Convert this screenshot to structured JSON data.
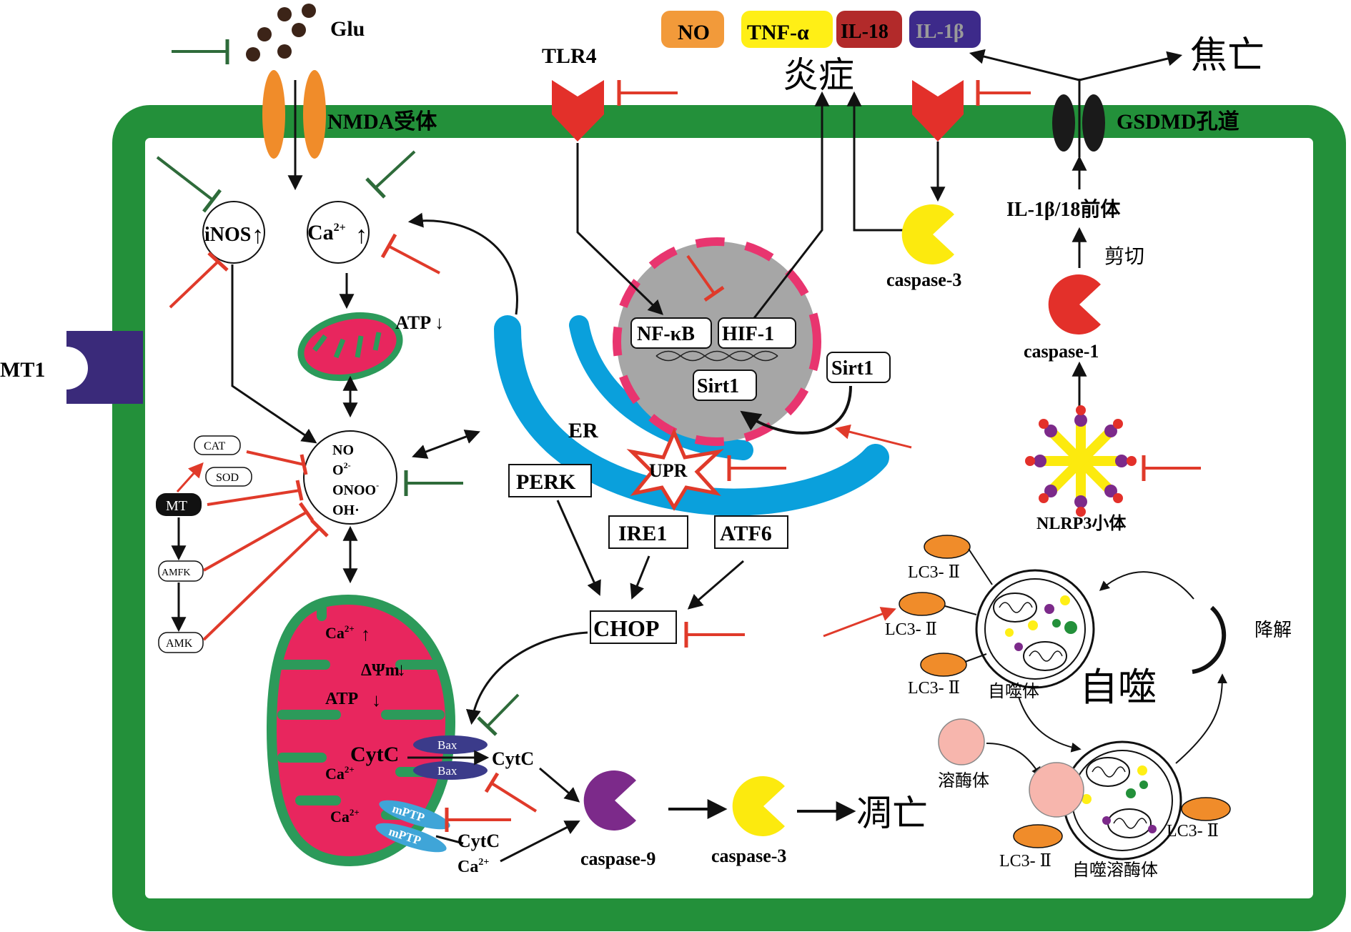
{
  "labels": {
    "glu": "Glu",
    "nmda": "NMDA受体",
    "tlr4": "TLR4",
    "gsdmd": "GSDMD孔道",
    "pyroptosis": "焦亡",
    "inflammation": "炎症",
    "cytokines": {
      "no": "NO",
      "tnf": "TNF-α",
      "il18": "IL-18",
      "il1b": "IL-1β"
    },
    "inos": "iNOS",
    "ca": "Ca",
    "ca_sup": "2+",
    "atp_down": "ATP ↓",
    "mt1": "MT1",
    "ros": {
      "no": "NO",
      "o2": "O",
      "o2_sup": "2-",
      "onoo": "ONOO",
      "onoo_sup": "-",
      "oh": "OH·"
    },
    "cat": "CAT",
    "sod": "SOD",
    "mt": "MT",
    "amfk": "AMFK",
    "amk": "AMK",
    "er": "ER",
    "perk": "PERK",
    "ire1": "IRE1",
    "atf6": "ATF6",
    "upr": "UPR",
    "chop": "CHOP",
    "nfkb": "NF-κB",
    "hif1": "HIF-1",
    "sirt1_nuc": "Sirt1",
    "sirt1_out": "Sirt1",
    "caspase3_top": "caspase-3",
    "il_precursor": "IL-1β/18前体",
    "cleavage": "剪切",
    "caspase1": "caspase-1",
    "nlrp3": "NLRP3小体",
    "mito_ca": "Ca",
    "mito_ca_sup": "2+",
    "mito_dpsi": "ΔΨm",
    "mito_atp": "ATP",
    "cytc_big": "CytC",
    "mito_ca2": "Ca",
    "mito_ca3": "Ca",
    "bax": "Bax",
    "mptp": "mPTP",
    "cytc_out1": "CytC",
    "cytc_out2": "CytC",
    "ca_out": "Ca",
    "caspase9": "caspase-9",
    "caspase3_bottom": "caspase-3",
    "apoptosis": "凋亡",
    "lc3": "LC3- Ⅱ",
    "autophagosome": "自噬体",
    "autophagy": "自噬",
    "degradation": "降解",
    "lysosome": "溶酶体",
    "autolysosome": "自噬溶酶体"
  },
  "colors": {
    "membrane": "#23903a",
    "inhibit_red": "#e03a2a",
    "inhibit_green": "#2e6b3a",
    "er": "#0aa0dc",
    "mito_fill": "#e8265e",
    "mito_membrane": "#2c9a5a",
    "nucleus": "#a6a6a6",
    "nucleus_dash": "#e8356f",
    "tlr4": "#e3302a",
    "nmda": "#f08c2a",
    "gsdmd": "#1a1a1a",
    "caspase3": "#fcea0e",
    "caspase1": "#e3302a",
    "caspase9": "#7c2a8a",
    "bax": "#3b3b8a",
    "mptp": "#3fa5d8",
    "mt1": "#3a2a7a",
    "lc3": "#f08c2a",
    "lysosome": "#f7b6ad",
    "no_badge": "#f29a3a",
    "tnf_badge": "#ffef16",
    "il18_badge": "#b22a2a",
    "il1b_badge": "#3d2a8a"
  }
}
